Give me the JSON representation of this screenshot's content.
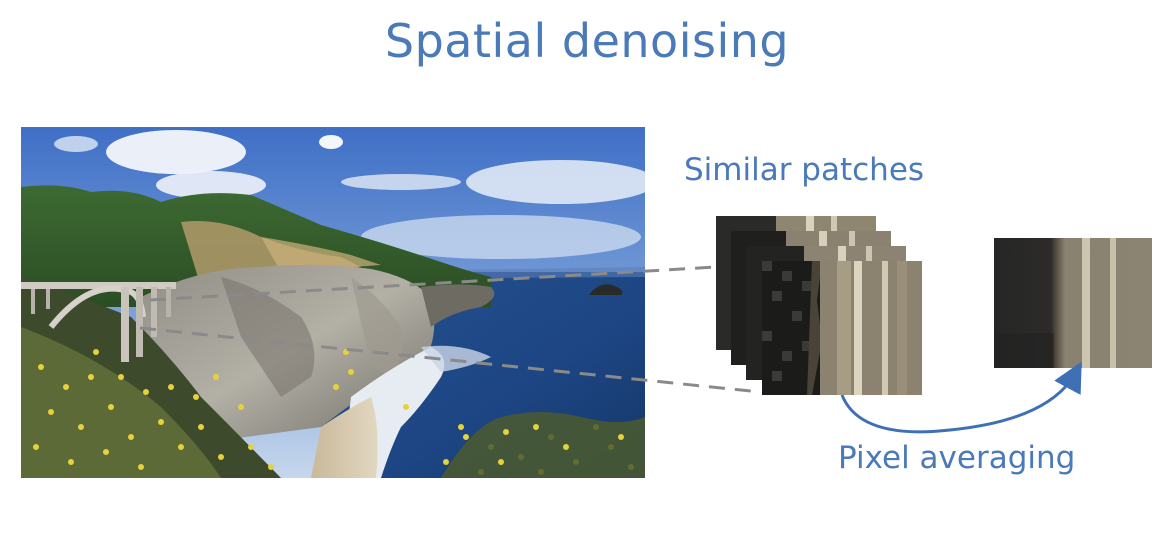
{
  "slide": {
    "title": "Spatial denoising",
    "patches_label": "Similar patches",
    "averaging_label": "Pixel averaging"
  },
  "colors": {
    "accent": "#4a7ab8",
    "dashed_line": "#8a8a8a",
    "arrow": "#3f6fb5"
  },
  "image": {
    "subject": "coastal cliffs with arched bridge, ocean and yellow wildflowers"
  }
}
